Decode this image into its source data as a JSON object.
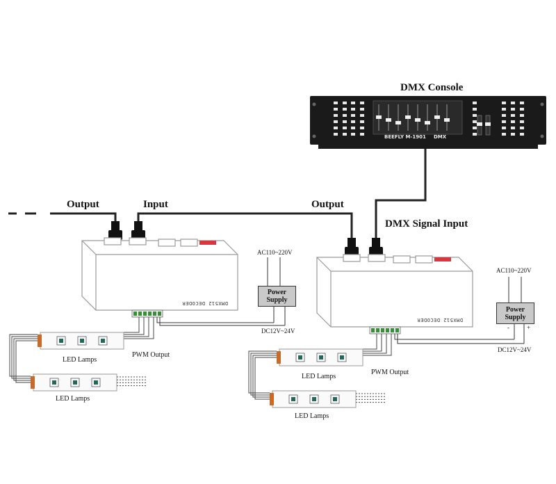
{
  "console": {
    "title": "DMX Console",
    "brand_left": "BEEFLY M-1901",
    "brand_right": "DMX"
  },
  "labels": {
    "output_left": "Output",
    "input_left": "Input",
    "output_right": "Output",
    "dmx_signal_input": "DMX Signal Input"
  },
  "decoder_left": {
    "name": "DMX512 DECODER",
    "pwm_output": "PWM Output",
    "lamps_top": "LED Lamps",
    "lamps_bottom": "LED Lamps"
  },
  "decoder_right": {
    "name": "DMX512 DECODER",
    "pwm_output": "PWM Output",
    "lamps_top": "LED Lamps",
    "lamps_bottom": "LED Lamps"
  },
  "power_left": {
    "line1": "Power",
    "line2": "Supply",
    "ac_input": "AC110~220V",
    "dc_output": "DC12V~24V"
  },
  "power_right": {
    "line1": "Power",
    "line2": "Supply",
    "ac_input": "AC110~220V",
    "dc_output": "DC12V~24V",
    "minus": "-",
    "plus": "+"
  }
}
